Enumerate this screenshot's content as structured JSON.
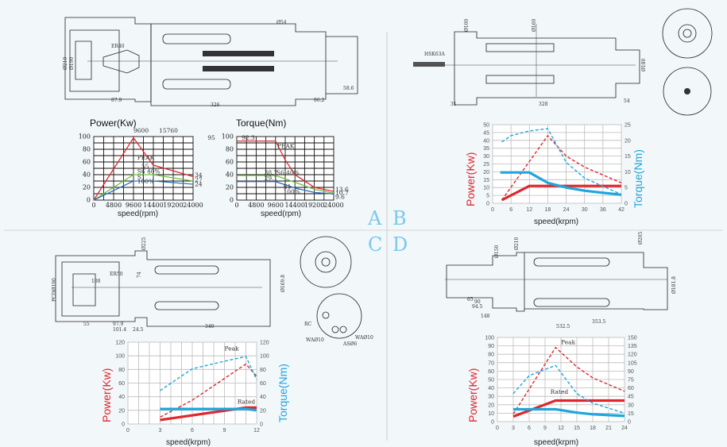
{
  "section_letters": [
    "A",
    "B",
    "C",
    "D"
  ],
  "colors": {
    "peak_red": "#e0262c",
    "s6_green": "#6cbf3c",
    "s1_blue": "#2a6fbf",
    "torque_blue": "#1fa6dc",
    "letter": "#7cc8ec"
  },
  "drawings": {
    "A": {
      "labels": [
        "ER40",
        "87.9",
        "326",
        "86.2",
        "58.6",
        "Ø210",
        "Ø190",
        "Ø54"
      ]
    },
    "B": {
      "labels": [
        "HSK63A",
        "31",
        "328",
        "54",
        "Ø180",
        "Ø160",
        "Ø100"
      ]
    },
    "C": {
      "labels": [
        "PCDØ190",
        "ER50",
        "100",
        "74",
        "Ø169.8",
        "55",
        "97.9",
        "101.4",
        "24.5",
        "340",
        "RC",
        "WAØ10",
        "WAØ10",
        "ASØ6",
        "Ø225"
      ]
    },
    "D": {
      "labels": [
        "Ø210",
        "Ø150",
        "65",
        "90",
        "94.5",
        "148",
        "353.5",
        "532.5",
        "Ø205",
        "Ø181.8"
      ]
    }
  },
  "chart_data": [
    {
      "id": "A-power",
      "type": "line",
      "title": "Power(Kw)",
      "xlabel": "speed(rpm)",
      "ylabel": "",
      "xlim": [
        0,
        24000
      ],
      "ylim": [
        0,
        100
      ],
      "xticks": [
        0,
        4800,
        9600,
        14400,
        19200,
        24000
      ],
      "yticks": [
        0,
        20,
        40,
        60,
        80,
        100
      ],
      "grid": true,
      "series": [
        {
          "name": "PEAK",
          "x": [
            0,
            9600,
            14400,
            24000
          ],
          "y": [
            0,
            98,
            55,
            37
          ]
        },
        {
          "name": "S6 40%",
          "x": [
            0,
            9600,
            14400,
            24000
          ],
          "y": [
            0,
            40,
            40,
            30
          ]
        },
        {
          "name": "S1 100%",
          "x": [
            0,
            9600,
            14400,
            24000
          ],
          "y": [
            0,
            30,
            30,
            25
          ]
        }
      ],
      "annotations": [
        {
          "text": "9600",
          "x": 9600,
          "y": 106
        },
        {
          "text": "15760",
          "x": 15760,
          "y": 106
        },
        {
          "text": "95",
          "x": 27500,
          "y": 95
        },
        {
          "text": "PEAK",
          "x": 10500,
          "y": 64
        },
        {
          "text": "55",
          "x": 11500,
          "y": 50
        },
        {
          "text": "S6 40%",
          "x": 10500,
          "y": 42
        },
        {
          "text": "S1",
          "x": 10500,
          "y": 33
        },
        {
          "text": "100%",
          "x": 10500,
          "y": 26
        },
        {
          "text": "34",
          "x": 24400,
          "y": 36
        },
        {
          "text": "27",
          "x": 24400,
          "y": 29
        },
        {
          "text": "24",
          "x": 24400,
          "y": 22
        }
      ]
    },
    {
      "id": "A-torque",
      "type": "line",
      "title": "Torque(Nm)",
      "xlabel": "speed(rpm)",
      "ylabel": "",
      "xlim": [
        0,
        24000
      ],
      "ylim": [
        0,
        100
      ],
      "xticks": [
        0,
        4800,
        9600,
        14400,
        19200,
        24000
      ],
      "yticks": [
        0,
        20,
        40,
        60,
        80,
        100
      ],
      "grid": true,
      "series": [
        {
          "name": "PEAK",
          "x": [
            0,
            9600,
            12000,
            14400,
            19200,
            24000
          ],
          "y": [
            93,
            93,
            63,
            40,
            20,
            13.6
          ]
        },
        {
          "name": "S6 40%",
          "x": [
            0,
            9600,
            14400,
            19200,
            24000
          ],
          "y": [
            38.7,
            38.7,
            28,
            17,
            10.7
          ]
        },
        {
          "name": "S1 100%",
          "x": [
            0,
            9600,
            14400,
            19200,
            24000
          ],
          "y": [
            29.1,
            29.1,
            19,
            12,
            9.6
          ]
        }
      ],
      "annotations": [
        {
          "text": "92.3",
          "x": 1200,
          "y": 95
        },
        {
          "text": "PEAK",
          "x": 10000,
          "y": 82
        },
        {
          "text": "38.7",
          "x": 6800,
          "y": 40
        },
        {
          "text": "S6 40%",
          "x": 9800,
          "y": 40
        },
        {
          "text": "29.1",
          "x": 6800,
          "y": 31
        },
        {
          "text": "S1",
          "x": 11500,
          "y": 18
        },
        {
          "text": "100%",
          "x": 11500,
          "y": 10
        },
        {
          "text": "13.6",
          "x": 24400,
          "y": 14
        },
        {
          "text": "10.7",
          "x": 24400,
          "y": 8
        },
        {
          "text": "9.6",
          "x": 24400,
          "y": 2
        }
      ]
    },
    {
      "id": "B",
      "type": "line",
      "title": "",
      "xlabel": "speed(krpm)",
      "ylabel": "Power(Kw)",
      "y2label": "Torque(Nm)",
      "xlim": [
        0,
        42
      ],
      "ylim": [
        0,
        50
      ],
      "y2lim": [
        0,
        25
      ],
      "xticks": [
        0,
        6,
        12,
        18,
        24,
        30,
        36,
        42
      ],
      "yticks": [
        0,
        5,
        10,
        15,
        20,
        25,
        30,
        35,
        40,
        45,
        50
      ],
      "y2ticks": [
        0,
        5,
        10,
        15,
        20,
        25
      ],
      "grid": true,
      "series": [
        {
          "name": "Power peak",
          "axis": "left",
          "style": "dashed",
          "x": [
            3,
            18,
            24,
            30,
            42
          ],
          "y": [
            2,
            43,
            30,
            23,
            13
          ]
        },
        {
          "name": "Power rated",
          "axis": "left",
          "style": "solid",
          "x": [
            3,
            12,
            42
          ],
          "y": [
            2,
            11,
            11
          ]
        },
        {
          "name": "Torque peak",
          "axis": "right",
          "style": "dashed",
          "x": [
            3,
            6,
            12,
            18,
            24,
            30,
            42
          ],
          "y": [
            19.5,
            21.5,
            23,
            23.7,
            13,
            8,
            2.8
          ]
        },
        {
          "name": "Torque rated",
          "axis": "right",
          "style": "solid",
          "x": [
            2.5,
            12,
            18,
            24,
            30,
            42
          ],
          "y": [
            9.8,
            9.8,
            6.5,
            5,
            4,
            2.7
          ]
        }
      ],
      "annotations": []
    },
    {
      "id": "C",
      "type": "line",
      "title": "",
      "xlabel": "speed(krpm)",
      "ylabel": "Power(Kw)",
      "y2label": "Torque(Nm)",
      "xlim": [
        0,
        12
      ],
      "ylim": [
        0,
        120
      ],
      "y2lim": [
        0,
        120
      ],
      "xticks": [
        0,
        3,
        6,
        9,
        12
      ],
      "yticks": [
        0,
        20,
        40,
        60,
        80,
        100,
        120
      ],
      "y2ticks": [
        0,
        20,
        40,
        60,
        80,
        100,
        120
      ],
      "grid": true,
      "series": [
        {
          "name": "Power peak",
          "axis": "left",
          "style": "dashed",
          "x": [
            3,
            6,
            11,
            12
          ],
          "y": [
            10,
            35,
            88,
            70
          ]
        },
        {
          "name": "Power rated",
          "axis": "left",
          "style": "solid",
          "x": [
            3,
            11,
            12
          ],
          "y": [
            6,
            24,
            24
          ]
        },
        {
          "name": "Torque peak",
          "axis": "right",
          "style": "dashed",
          "x": [
            3,
            6,
            9,
            11,
            12
          ],
          "y": [
            49,
            81,
            92,
            99,
            65
          ]
        },
        {
          "name": "Torque rated",
          "axis": "right",
          "style": "solid",
          "x": [
            3,
            11,
            12
          ],
          "y": [
            22,
            22,
            20
          ]
        }
      ],
      "annotations": [
        {
          "text": "Peak",
          "x": 9,
          "y": 108
        },
        {
          "text": "Rated",
          "x": 10.2,
          "y": 30
        }
      ]
    },
    {
      "id": "D",
      "type": "line",
      "title": "",
      "xlabel": "speed(krpm)",
      "ylabel": "Power(Kw)",
      "xlim": [
        0,
        24
      ],
      "ylim": [
        0,
        100
      ],
      "y2lim": [
        0,
        150
      ],
      "xticks": [
        0,
        3,
        6,
        9,
        12,
        15,
        18,
        21,
        24
      ],
      "yticks": [
        0,
        10,
        20,
        30,
        40,
        50,
        60,
        70,
        80,
        90,
        100
      ],
      "y2ticks": [
        0,
        15,
        30,
        45,
        60,
        75,
        90,
        105,
        120,
        135,
        150
      ],
      "grid": true,
      "series": [
        {
          "name": "Power peak",
          "axis": "left",
          "style": "dashed",
          "x": [
            3,
            11,
            15,
            18,
            24
          ],
          "y": [
            9,
            88,
            65,
            52,
            36
          ]
        },
        {
          "name": "Power rated",
          "axis": "left",
          "style": "solid",
          "x": [
            3,
            11,
            24
          ],
          "y": [
            6,
            25,
            25
          ]
        },
        {
          "name": "Torque peak",
          "axis": "right",
          "style": "dashed",
          "x": [
            3,
            6,
            11,
            15,
            18,
            24
          ],
          "y": [
            50,
            82,
            100,
            50,
            33,
            15
          ]
        },
        {
          "name": "Torque rated",
          "axis": "right",
          "style": "solid",
          "x": [
            3,
            11,
            15,
            18,
            24
          ],
          "y": [
            22,
            22,
            16,
            13,
            10
          ]
        }
      ],
      "annotations": [
        {
          "text": "Peak",
          "x": 12,
          "y": 92
        },
        {
          "text": "Rated",
          "x": 10,
          "y": 33
        }
      ]
    }
  ]
}
